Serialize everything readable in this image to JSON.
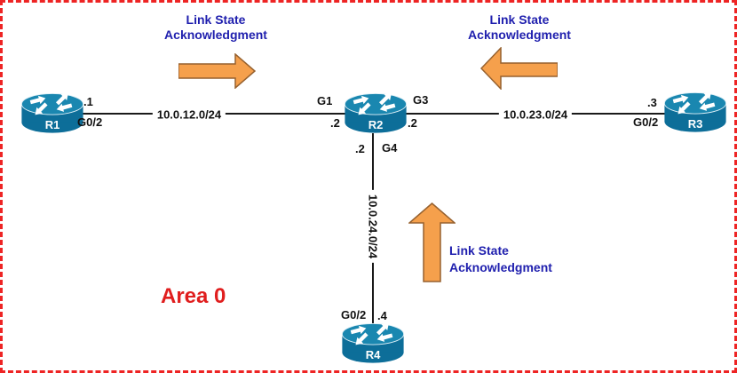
{
  "diagram": {
    "area_label": "Area 0",
    "routers": [
      {
        "name": "R1"
      },
      {
        "name": "R2"
      },
      {
        "name": "R3"
      },
      {
        "name": "R4"
      }
    ],
    "links": [
      {
        "subnet": "10.0.12.0/24",
        "r1_ip": ".1",
        "r1_if": "G0/2",
        "r2_if": "G1",
        "r2_ip": ".2"
      },
      {
        "subnet": "10.0.23.0/24",
        "r2_if": "G3",
        "r2_ip": ".2",
        "r3_ip": ".3",
        "r3_if": "G0/2"
      },
      {
        "subnet": "10.0.24.0/24",
        "r2_ip": ".2",
        "r2_if": "G4",
        "r4_if": "G0/2",
        "r4_ip": ".4"
      }
    ],
    "annotations": [
      {
        "line1": "Link State",
        "line2": "Acknowledgment"
      },
      {
        "line1": "Link State",
        "line2": "Acknowledgment"
      },
      {
        "line1": "Link State",
        "line2": "Acknowledgment"
      }
    ],
    "colors": {
      "router_body": "#0d6e99",
      "router_top": "#1a87b0",
      "arrow_fill": "#f5a04c",
      "arrow_outline": "#96612f",
      "annotation_text": "#1f1fae",
      "area_text": "#e01e1e",
      "border": "#ee2424",
      "line": "#1a1a1a"
    }
  }
}
